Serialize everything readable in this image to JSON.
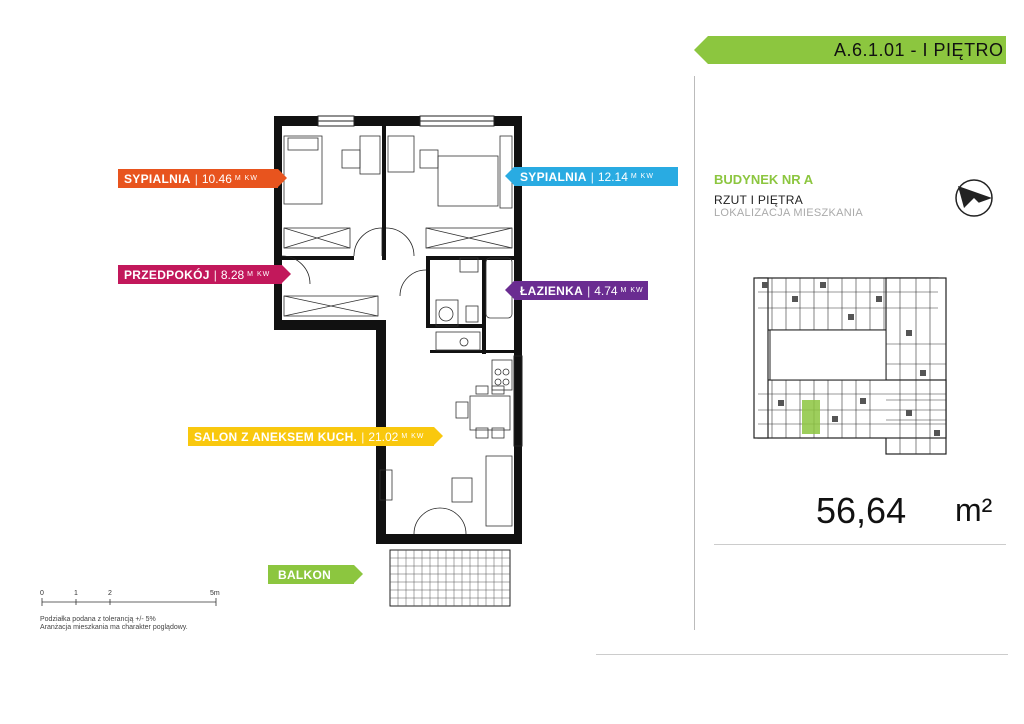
{
  "header": {
    "unit_code": "A.6.1.01 - I PIĘTRO",
    "banner_color": "#8cc63f"
  },
  "info": {
    "building": "BUDYNEK NR A",
    "floor_plan": "RZUT I PIĘTRA",
    "location": "LOKALIZACJA MIESZKANIA",
    "total_area": "56,64",
    "area_unit": "m²",
    "compass_icon": "north-arrow-icon"
  },
  "rooms": [
    {
      "name": "SYPIALNIA",
      "area": "10.46",
      "unit": "M KW",
      "color": "#e8541e"
    },
    {
      "name": "SYPIALNIA",
      "area": "12.14",
      "unit": "M KW",
      "color": "#29abe2"
    },
    {
      "name": "PRZEDPOKÓJ",
      "area": "8.28",
      "unit": "M KW",
      "color": "#c2185b"
    },
    {
      "name": "ŁAZIENKA",
      "area": "4.74",
      "unit": "M KW",
      "color": "#6a2c91"
    },
    {
      "name": "SALON Z ANEKSEM KUCH.",
      "area": "21.02",
      "unit": "M KW",
      "color": "#f9c80e"
    },
    {
      "name": "BALKON",
      "area": "",
      "unit": "",
      "color": "#8cc63f"
    }
  ],
  "scale": {
    "ticks": [
      "0",
      "1",
      "2",
      "5m"
    ]
  },
  "notes": {
    "tolerance": "Podziałka podana z tolerancją +/- 5%",
    "arrangement": "Aranżacja mieszkania ma charakter poglądowy."
  }
}
